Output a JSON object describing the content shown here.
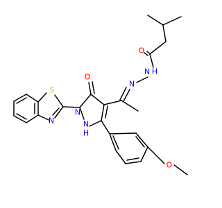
{
  "molecule": {
    "atoms": {
      "O_carbonyl": {
        "label": "O",
        "color": "#ff0000"
      },
      "NH_hydrazide": {
        "label": "N",
        "sub": "H",
        "color": "#0000ff"
      },
      "N_hydrazone": {
        "label": "N",
        "color": "#0000ff"
      },
      "O_ring": {
        "label": "O",
        "color": "#ff0000"
      },
      "N1_pyrazole": {
        "label": "N",
        "color": "#0000ff"
      },
      "NH_pyrazole": {
        "label": "N",
        "sub": "H",
        "color": "#0000ff"
      },
      "S_thiazole": {
        "label": "S",
        "color": "#cccc00"
      },
      "N_thiazole": {
        "label": "N",
        "color": "#0000ff"
      },
      "O_methoxy": {
        "label": "O",
        "color": "#ff0000"
      }
    }
  }
}
